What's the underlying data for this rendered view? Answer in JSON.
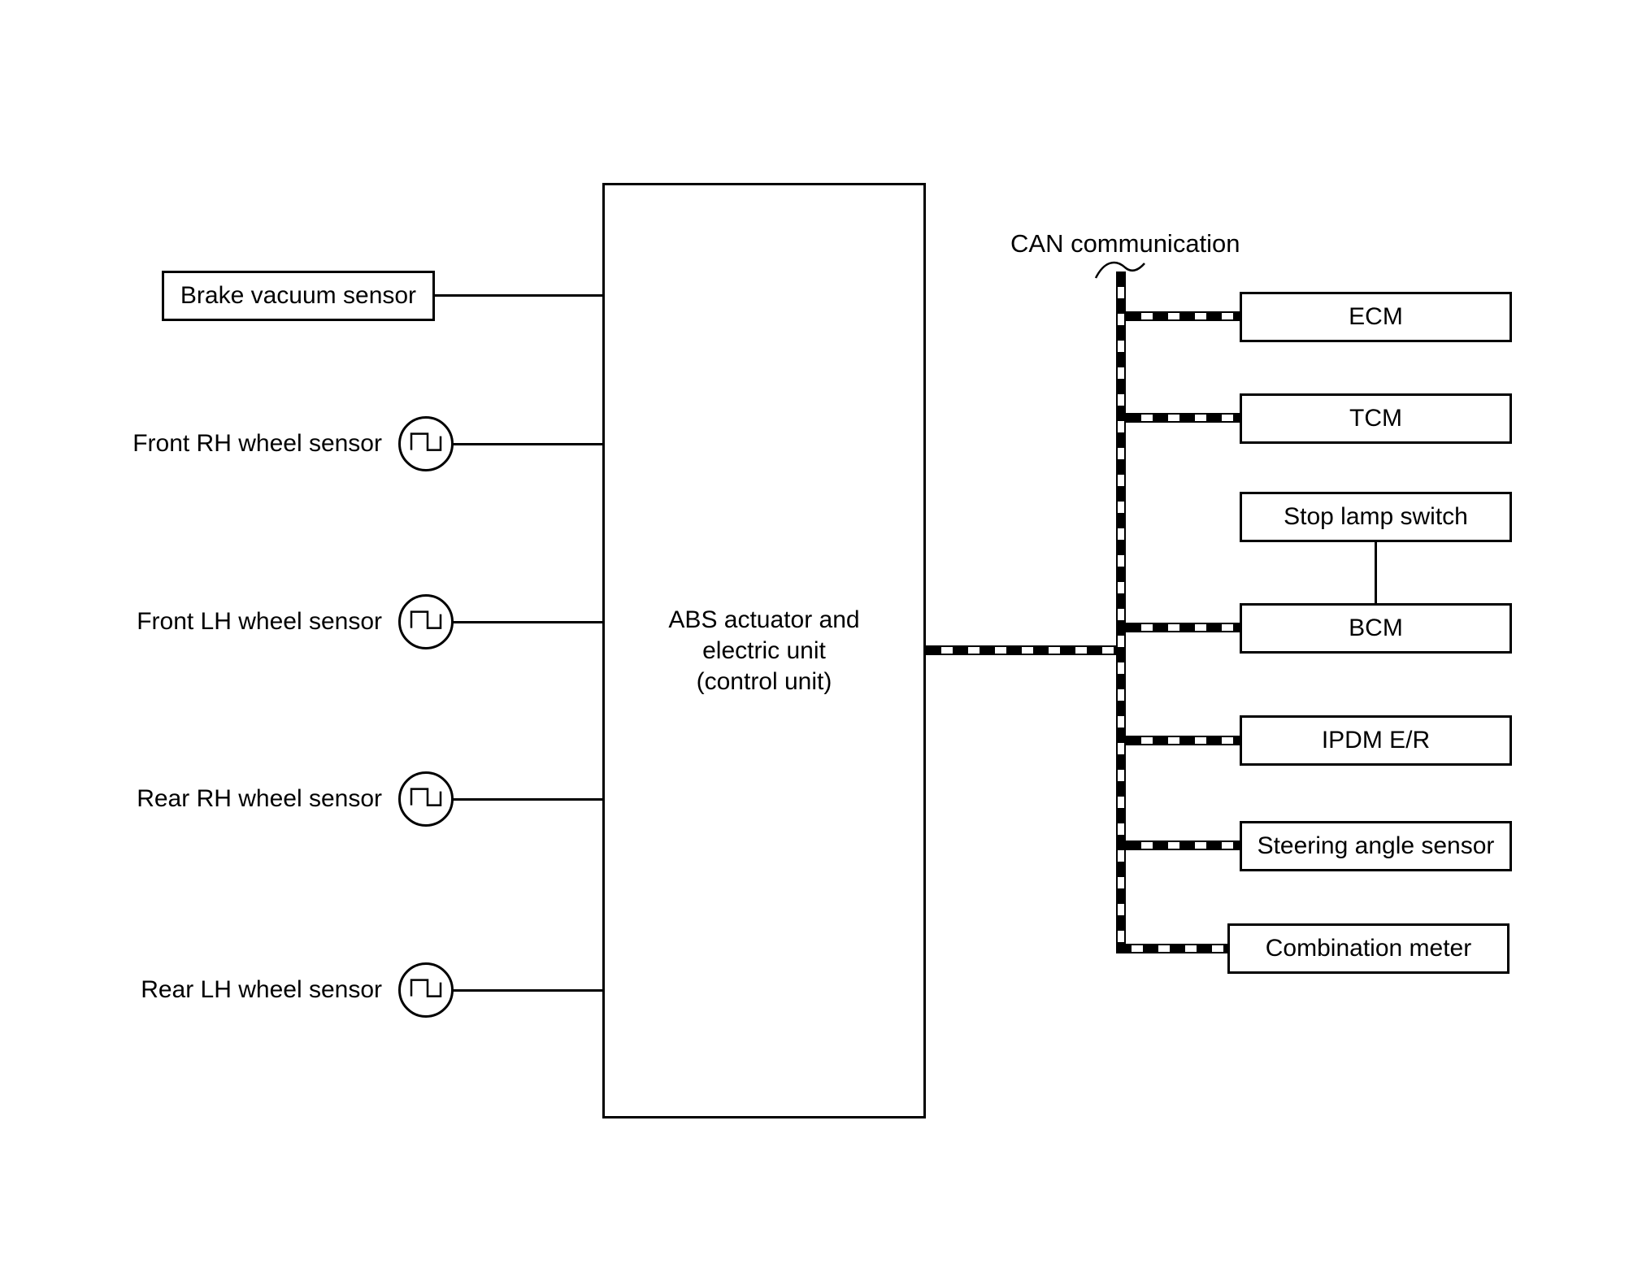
{
  "colors": {
    "ink": "#000000",
    "background": "#ffffff"
  },
  "center_unit": {
    "label_lines": [
      "ABS actuator and",
      "electric unit",
      "(control unit)"
    ]
  },
  "sensors": {
    "brake_vacuum": {
      "label": "Brake vacuum sensor"
    },
    "wheel": [
      {
        "label": "Front RH wheel sensor"
      },
      {
        "label": "Front LH wheel sensor"
      },
      {
        "label": "Rear RH wheel sensor"
      },
      {
        "label": "Rear LH wheel sensor"
      }
    ]
  },
  "can": {
    "label": "CAN communication",
    "nodes": [
      {
        "label": "ECM"
      },
      {
        "label": "TCM"
      },
      {
        "label": "Stop lamp switch"
      },
      {
        "label": "BCM"
      },
      {
        "label": "IPDM E/R"
      },
      {
        "label": "Steering angle sensor"
      },
      {
        "label": "Combination meter"
      }
    ]
  }
}
